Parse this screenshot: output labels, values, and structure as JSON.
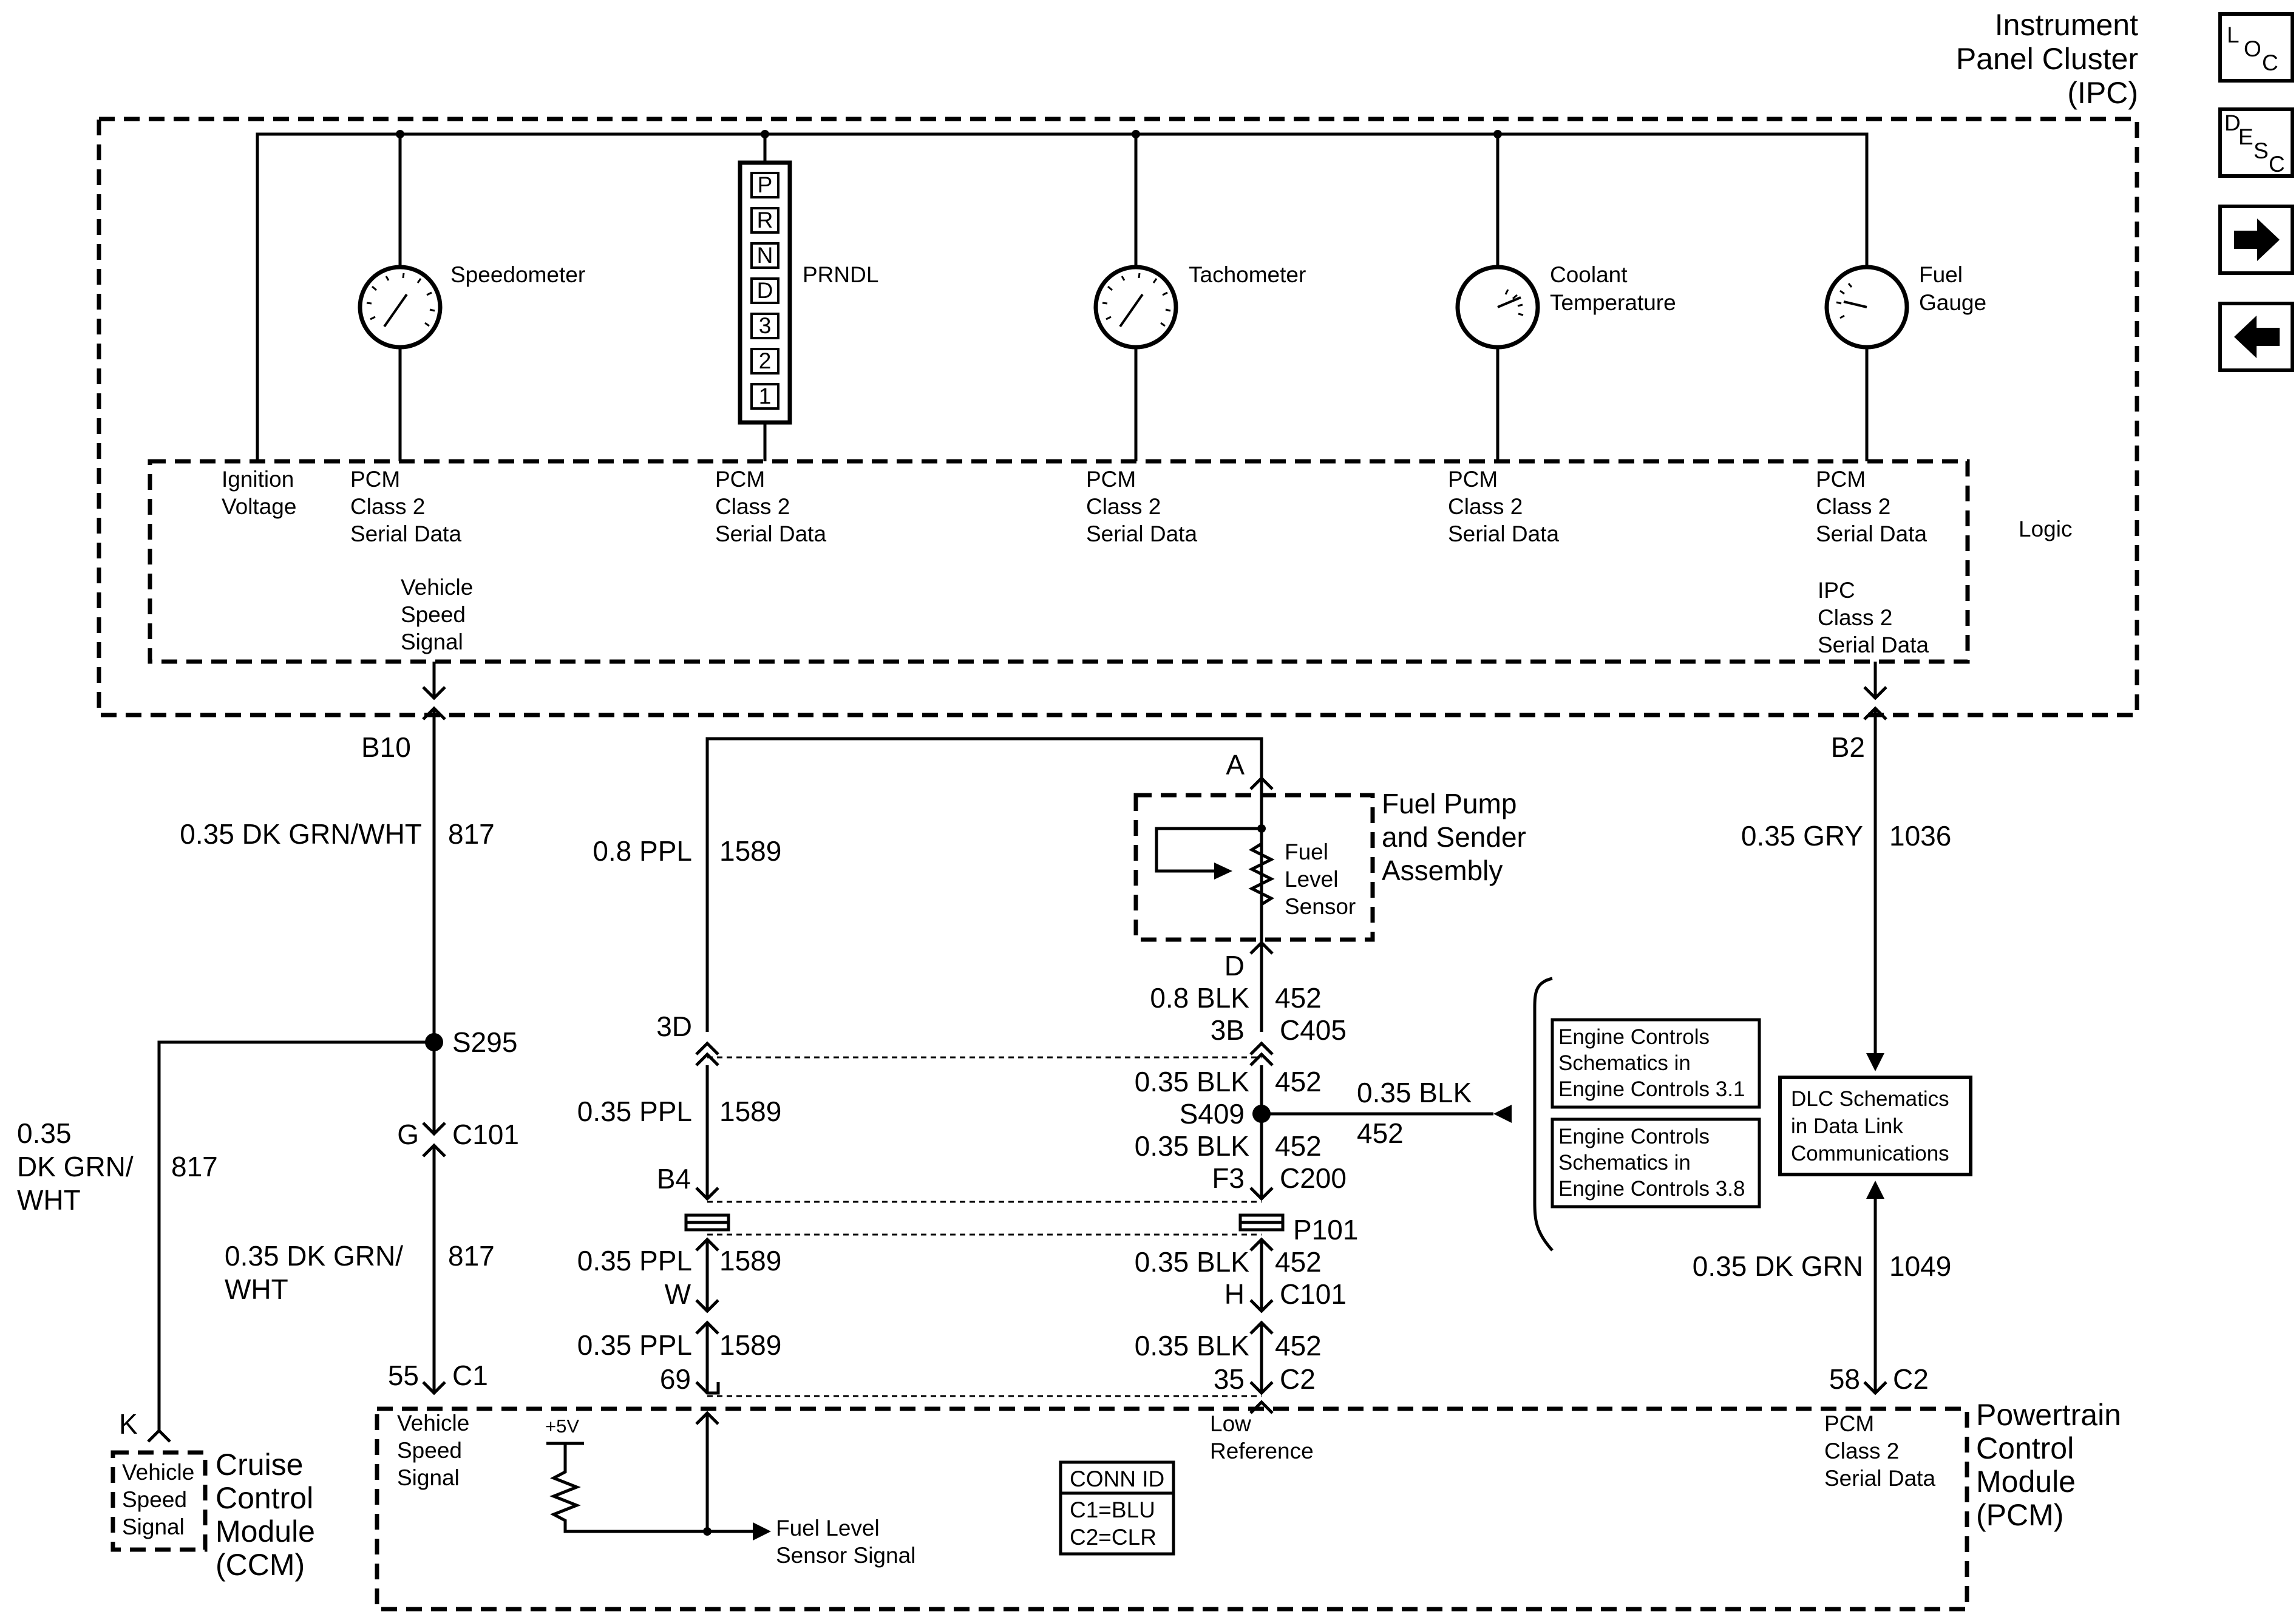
{
  "nav": {
    "loc": [
      "L",
      "O",
      "C"
    ],
    "desc": [
      "D",
      "E",
      "S",
      "C"
    ]
  },
  "ipc": {
    "title": [
      "Instrument",
      "Panel Cluster",
      "(IPC)"
    ],
    "gauges": {
      "speedometer": "Speedometer",
      "prndl": "PRNDL",
      "prndl_positions": [
        "P",
        "R",
        "N",
        "D",
        "3",
        "2",
        "1"
      ],
      "tachometer": "Tachometer",
      "coolant": [
        "Coolant",
        "Temperature"
      ],
      "fuel": [
        "Fuel",
        "Gauge"
      ]
    },
    "logic": {
      "label": "Logic",
      "ignition": [
        "Ignition",
        "Voltage"
      ],
      "serial_data": [
        "PCM",
        "Class 2",
        "Serial Data"
      ],
      "vehicle_speed": [
        "Vehicle",
        "Speed",
        "Signal"
      ],
      "ipc_serial": [
        "IPC",
        "Class 2",
        "Serial Data"
      ]
    }
  },
  "wires": {
    "b10": "B10",
    "w817_top": [
      "0.35 DK GRN/WHT",
      "817"
    ],
    "s295": "S295",
    "g": "G",
    "c101_left": "C101",
    "w817_left": [
      "0.35",
      "DK GRN/",
      "WHT",
      "817"
    ],
    "w817_mid": [
      "0.35 DK GRN/",
      "WHT",
      "817"
    ],
    "k": "K",
    "pin55": "55",
    "c1": "C1",
    "w1589_top": [
      "0.8 PPL",
      "1589"
    ],
    "pin3d": "3D",
    "w1589_mid": [
      "0.35 PPL",
      "1589"
    ],
    "b4": "B4",
    "w1589_low": [
      "0.35 PPL",
      "1589"
    ],
    "pin_w": "W",
    "w1589_bot": [
      "0.35 PPL",
      "1589"
    ],
    "pin69": "69",
    "pin_a": "A",
    "pin_d": "D",
    "w452_top": [
      "0.8 BLK",
      "452"
    ],
    "pin3b": "3B",
    "c405": "C405",
    "w452_mid": [
      "0.35 BLK",
      "452"
    ],
    "s409": "S409",
    "w452_f3": [
      "0.35 BLK",
      "452"
    ],
    "pin_f3": "F3",
    "c200": "C200",
    "p101": "P101",
    "w452_low": [
      "0.35 BLK",
      "452"
    ],
    "pin_h": "H",
    "c101_mid": "C101",
    "w452_bot": [
      "0.35 BLK",
      "452"
    ],
    "pin35": "35",
    "c2_mid": "C2",
    "w452_side": [
      "0.35 BLK",
      "452"
    ],
    "b2": "B2",
    "w1036": [
      "0.35 GRY",
      "1036"
    ],
    "w1049": [
      "0.35 DK GRN",
      "1049"
    ],
    "pin58": "58",
    "c2_right": "C2"
  },
  "fuel_pump": {
    "title": [
      "Fuel Pump",
      "and Sender",
      "Assembly"
    ],
    "sensor": [
      "Fuel",
      "Level",
      "Sensor"
    ]
  },
  "refs": {
    "ec31": [
      "Engine Controls",
      "Schematics in",
      "Engine Controls 3.1"
    ],
    "ec38": [
      "Engine Controls",
      "Schematics in",
      "Engine Controls 3.8"
    ],
    "dlc": [
      "DLC Schematics",
      "in Data Link",
      "Communications"
    ]
  },
  "ccm": {
    "inner": [
      "Vehicle",
      "Speed",
      "Signal"
    ],
    "title": [
      "Cruise",
      "Control",
      "Module",
      "(CCM)"
    ]
  },
  "pcm": {
    "title": [
      "Powertrain",
      "Control",
      "Module",
      "(PCM)"
    ],
    "vss": [
      "Vehicle",
      "Speed",
      "Signal"
    ],
    "plus5v": "+5V",
    "fuel_signal": [
      "Fuel Level",
      "Sensor Signal"
    ],
    "low_ref": [
      "Low",
      "Reference"
    ],
    "serial": [
      "PCM",
      "Class 2",
      "Serial Data"
    ],
    "conn_id": [
      "CONN ID",
      "C1=BLU",
      "C2=CLR"
    ]
  }
}
